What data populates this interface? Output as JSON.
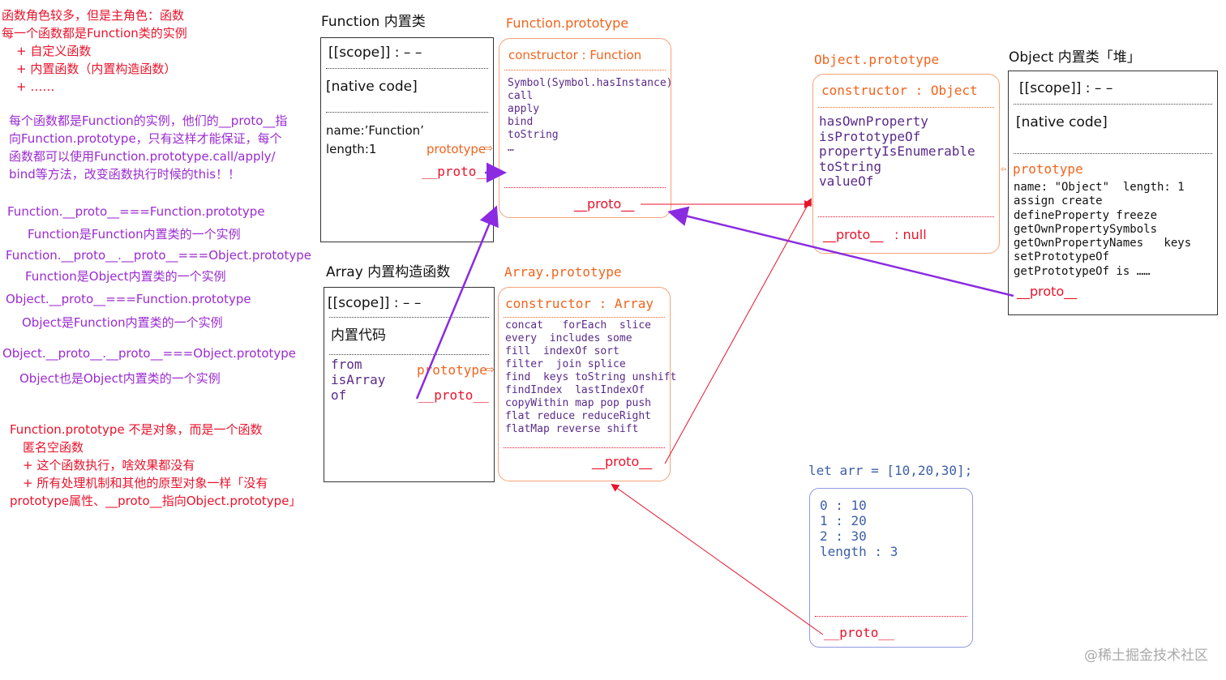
{
  "notes": {
    "red_top": [
      "函数角色较多，但是主角色：函数",
      "每一个函数都是Function类的实例",
      "+  自定义函数",
      "+  内置函数（内置构造函数）",
      "+ ……"
    ],
    "purple_para": [
      "每个函数都是Function的实例，他们的__proto__指",
      "向Function.prototype，只有这样才能保证，每个",
      "函数都可以使用Function.prototype.call/apply/",
      "bind等方法，改变函数执行时候的this！！"
    ],
    "eq1": "Function.__proto__===Function.prototype",
    "eq1_note": "Function是Function内置类的一个实例",
    "eq2": "Function.__proto__.__proto__===Object.prototype",
    "eq2_note": "Function是Object内置类的一个实例",
    "eq3": "Object.__proto__===Function.prototype",
    "eq3_note": "Object是Function内置类的一个实例",
    "eq4": "Object.__proto__.__proto__===Object.prototype",
    "eq4_note": "Object也是Object内置类的一个实例",
    "red_bottom": [
      "Function.prototype 不是对象，而是一个函数",
      "匿名空函数",
      "+ 这个函数执行，啥效果都没有",
      "+ 所有处理机制和其他的原型对象一样「没有",
      "prototype属性、__proto__指向Object.prototype」"
    ]
  },
  "function_class": {
    "title": "Function 内置类",
    "scope": "[[scope]] : – –",
    "code": "[native code]",
    "name": "name:’Function’",
    "length": "length:1",
    "prototype_label": "prototype",
    "proto_label": "__proto__"
  },
  "function_prototype": {
    "title": "Function.prototype",
    "constructor": "constructor : Function",
    "methods": [
      "Symbol(Symbol.hasInstance)",
      "call",
      "apply",
      "bind",
      "toString",
      "…"
    ],
    "proto_label": "__proto__"
  },
  "object_prototype": {
    "title": "Object.prototype",
    "constructor": "constructor : Object",
    "methods": [
      "hasOwnProperty",
      "isPrototypeOf",
      "propertyIsEnumerable",
      "toString",
      "valueOf"
    ],
    "proto_label": "__proto__",
    "proto_value": ":  null"
  },
  "object_class": {
    "title": "Object 内置类「堆」",
    "scope": "[[scope]] : – –",
    "code": "[native code]",
    "prototype_label": "prototype",
    "props": [
      "name: \"Object\"  length: 1",
      "assign create",
      "defineProperty freeze",
      "getOwnPropertySymbols",
      "getOwnPropertyNames   keys",
      "setPrototypeOf",
      "getPrototypeOf is ……"
    ],
    "proto_label": "__proto__"
  },
  "array_class": {
    "title": "Array 内置构造函数",
    "scope": "[[scope]] : – –",
    "code": "内置代码",
    "statics": [
      "from",
      "isArray",
      "of"
    ],
    "prototype_label": "prototype",
    "proto_label": "__proto__"
  },
  "array_prototype": {
    "title": "Array.prototype",
    "constructor": "constructor : Array",
    "methods": [
      "concat   forEach  slice",
      "every  includes some",
      "fill  indexOf sort",
      "filter  join splice",
      "find  keys toString unshift",
      "findIndex  lastIndexOf",
      "copyWithin map pop push",
      "flat reduce reduceRight",
      "flatMap reverse shift"
    ],
    "proto_label": "__proto__"
  },
  "arr_instance": {
    "code": "let arr = [10,20,30];",
    "entries": [
      "0 : 10",
      "1 : 20",
      "2 : 30",
      "length : 3"
    ],
    "proto_label": "__proto__"
  },
  "watermark": "@稀土掘金技术社区",
  "colors": {
    "red": "#e8132b",
    "purple": "#9b2bd0",
    "orange": "#f0641e",
    "arrow_purple": "#8a2be2",
    "arrow_red": "#e8132b"
  }
}
